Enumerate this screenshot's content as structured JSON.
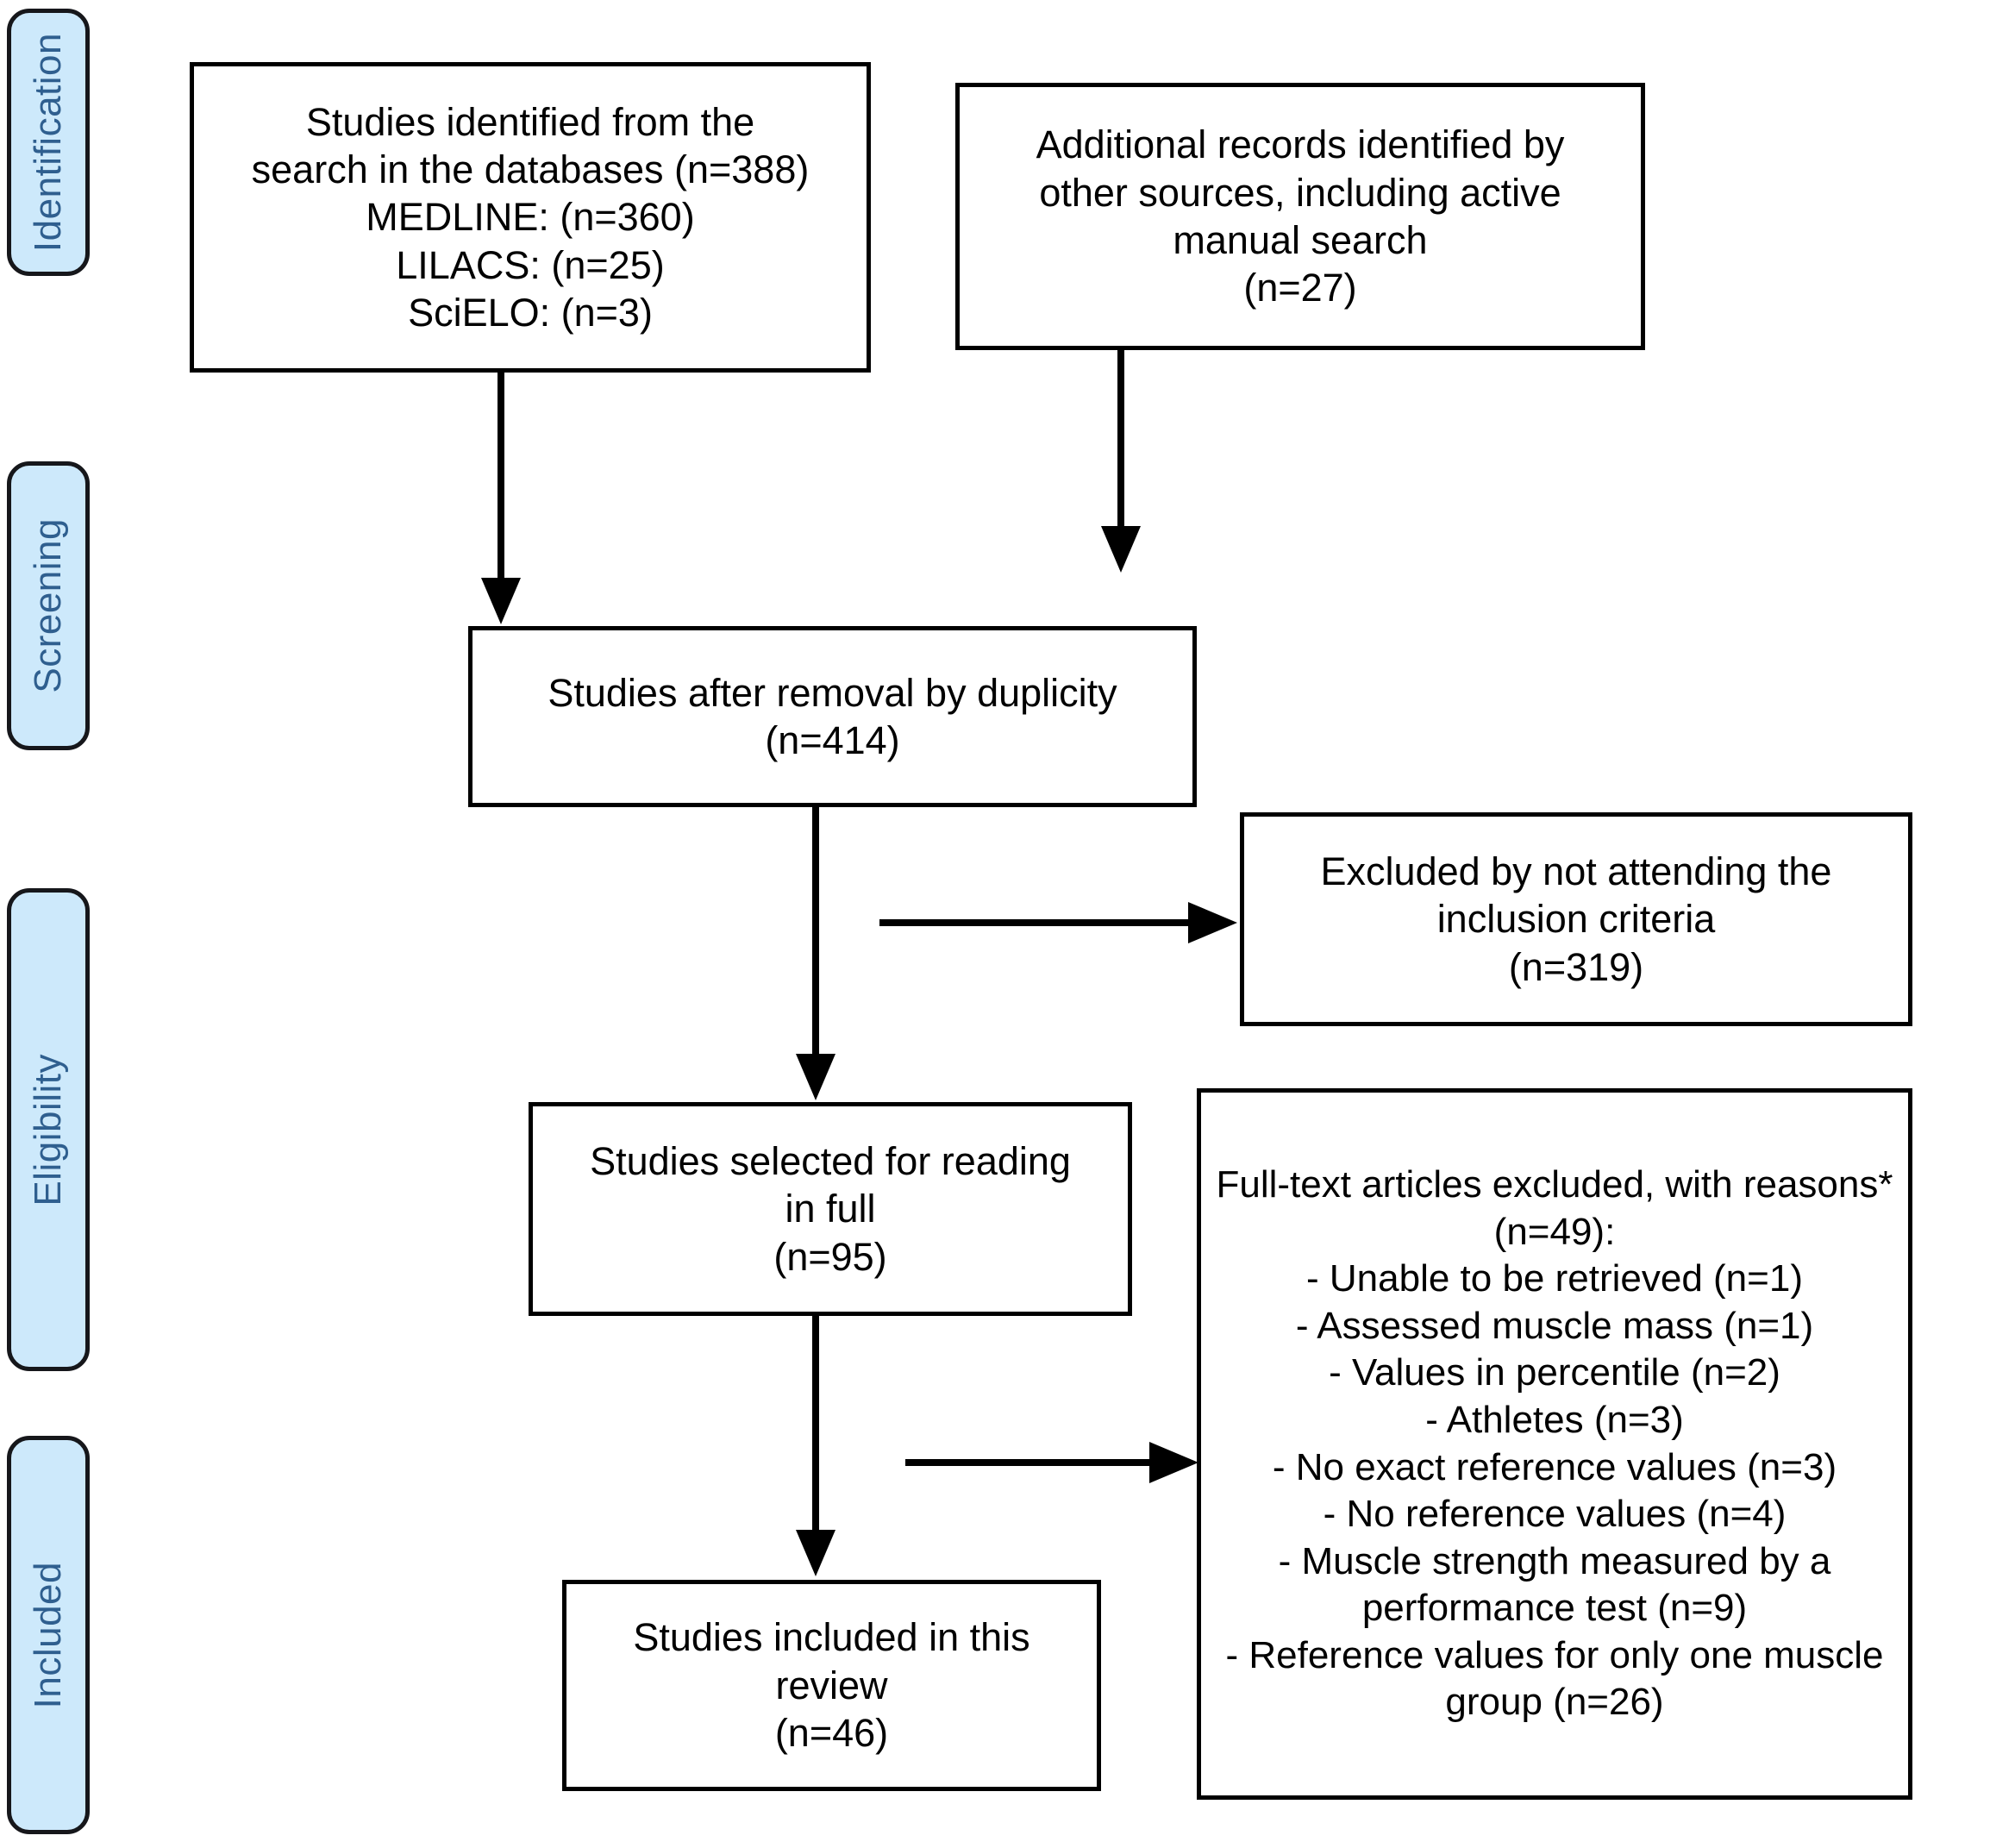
{
  "figure": {
    "type": "prisma-flow-diagram",
    "accent_color": "#cde9fb",
    "label_color": "#2f5f8f",
    "line_color": "#000000"
  },
  "stages": [
    {
      "label": "Identification"
    },
    {
      "label": "Screening"
    },
    {
      "label": "Eligibility"
    },
    {
      "label": "Included"
    }
  ],
  "boxes": {
    "identified_databases": {
      "text": "Studies identified from the\nsearch in the databases (n=388)\nMEDLINE: (n=360)\nLILACS: (n=25)\nSciELO: (n=3)"
    },
    "additional_records": {
      "text": "Additional records identified by\nother sources, including active\nmanual search\n(n=27)"
    },
    "after_duplicates": {
      "text": "Studies after removal by duplicity\n(n=414)"
    },
    "excluded_criteria": {
      "text": "Excluded by not attending the\ninclusion criteria\n(n=319)"
    },
    "selected_full_reading": {
      "text": "Studies selected for reading\nin full\n(n=95)"
    },
    "fulltext_excluded": {
      "text": "Full-text articles excluded, with reasons*\n(n=49):\n- Unable to be retrieved (n=1)\n- Assessed muscle mass (n=1)\n- Values in percentile (n=2)\n- Athletes (n=3)\n- No exact reference values (n=3)\n- No reference values (n=4)\n- Muscle strength measured by a\nperformance test (n=9)\n- Reference values for only one muscle\ngroup (n=26)"
    },
    "included_review": {
      "text": "Studies included in this\nreview\n(n=46)"
    }
  },
  "counts": {
    "databases_total": 388,
    "medline": 360,
    "lilacs": 25,
    "scielo": 3,
    "other_sources": 27,
    "after_duplicates": 414,
    "excluded_inclusion_criteria": 319,
    "selected_for_full_reading": 95,
    "fulltext_excluded_total": 49,
    "included_in_review": 46
  },
  "exclusion_reasons": [
    {
      "reason": "Unable to be retrieved",
      "n": 1
    },
    {
      "reason": "Assessed muscle mass",
      "n": 1
    },
    {
      "reason": "Values in percentile",
      "n": 2
    },
    {
      "reason": "Athletes",
      "n": 3
    },
    {
      "reason": "No exact reference values",
      "n": 3
    },
    {
      "reason": "No reference values",
      "n": 4
    },
    {
      "reason": "Muscle strength measured by a performance test",
      "n": 9
    },
    {
      "reason": "Reference values for only one muscle group",
      "n": 26
    }
  ]
}
